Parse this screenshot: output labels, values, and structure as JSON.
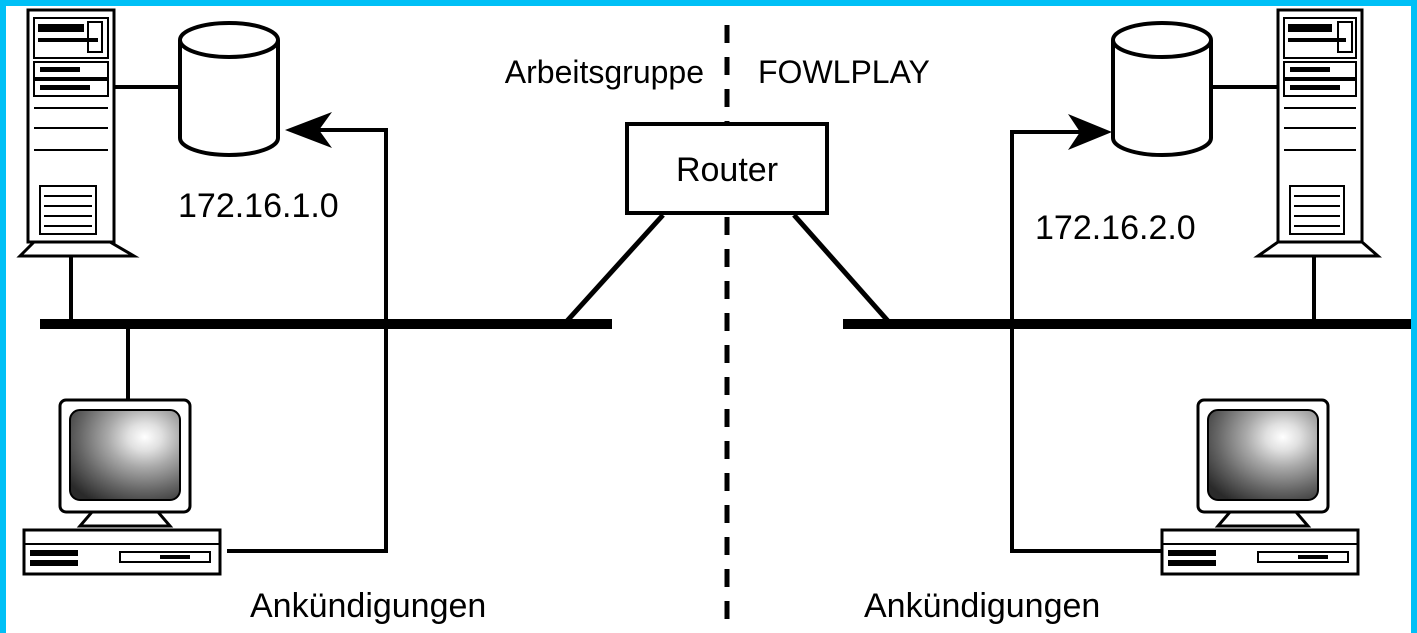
{
  "diagram": {
    "workgroup_label": "Arbeitsgruppe",
    "workgroup_name": "FOWLPLAY",
    "router_label": "Router",
    "left_segment": {
      "subnet": "172.16.1.0",
      "announcements": "Ankündigungen"
    },
    "right_segment": {
      "subnet": "172.16.2.0",
      "announcements": "Ankündigungen"
    }
  },
  "colors": {
    "frame": "#00c0f6",
    "ink": "#000000",
    "background": "#ffffff"
  }
}
